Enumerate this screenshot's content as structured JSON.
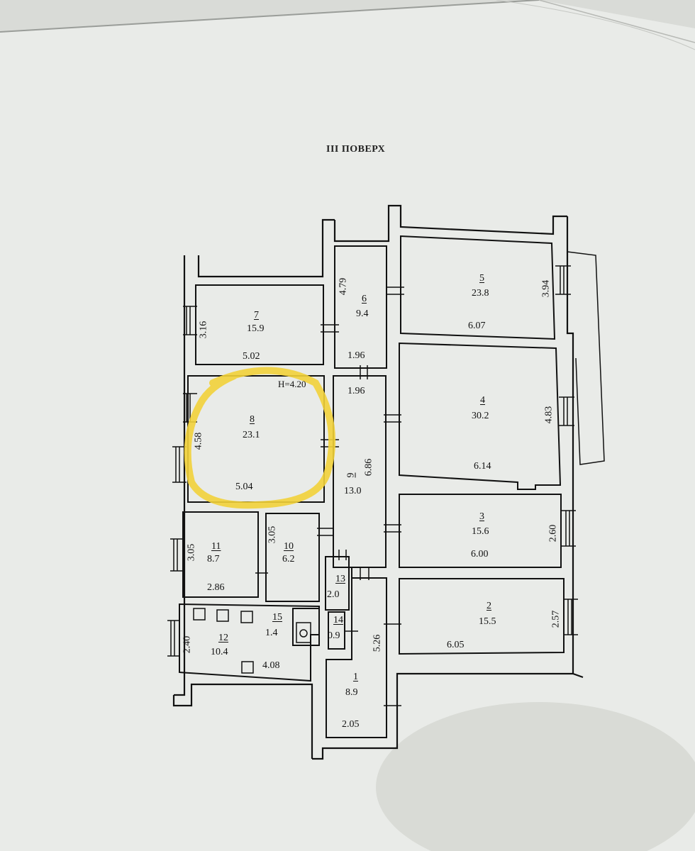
{
  "title": "III ПОВЕРХ",
  "ceiling_height": "H=4.20",
  "rooms": [
    {
      "id": "1",
      "area": "8.9",
      "width": "2.05",
      "length": "5.26"
    },
    {
      "id": "2",
      "area": "15.5",
      "width": "6.05",
      "length": "2.57"
    },
    {
      "id": "3",
      "area": "15.6",
      "width": "6.00",
      "length": "2.60"
    },
    {
      "id": "4",
      "area": "30.2",
      "width": "6.14",
      "length": "4.83"
    },
    {
      "id": "5",
      "area": "23.8",
      "width": "6.07",
      "length": "3.94"
    },
    {
      "id": "6",
      "area": "9.4",
      "width": "1.96",
      "length": "4.79"
    },
    {
      "id": "7",
      "area": "15.9",
      "width": "5.02",
      "length": "3.16"
    },
    {
      "id": "8",
      "area": "23.1",
      "width": "5.04",
      "length": "4.58"
    },
    {
      "id": "9",
      "area": "13.0",
      "width": "1.96",
      "length": "6.86"
    },
    {
      "id": "10",
      "area": "6.2",
      "length": "3.05"
    },
    {
      "id": "11",
      "area": "8.7",
      "width": "2.86",
      "length": "3.05"
    },
    {
      "id": "12",
      "area": "10.4",
      "width": "4.08",
      "length": "2.40"
    },
    {
      "id": "13",
      "area": "2.0"
    },
    {
      "id": "14",
      "area": "0.9"
    },
    {
      "id": "15",
      "area": "1.4"
    }
  ],
  "highlight": {
    "room": "8",
    "color": "#f2d23a"
  }
}
